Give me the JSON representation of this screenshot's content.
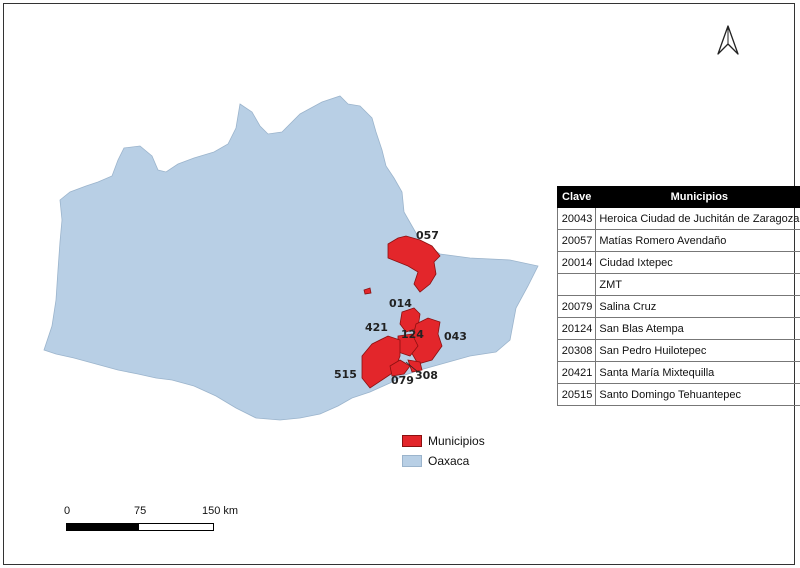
{
  "colors": {
    "state_fill": "#b8cfe5",
    "municipio_fill": "#e3262b",
    "municipio_stroke": "#8b1010"
  },
  "map": {
    "north_arrow_icon": "north-arrow-icon",
    "municipio_labels": [
      "057",
      "014",
      "421",
      "124",
      "043",
      "515",
      "079",
      "308"
    ]
  },
  "table": {
    "headers": [
      "Clave",
      "Municipios"
    ],
    "rows": [
      {
        "code": "20043",
        "name": "Heroica Ciudad de Juchitán de Zaragoza"
      },
      {
        "code": "20057",
        "name": "Matías Romero Avendaño"
      },
      {
        "code": "20014",
        "name": "Ciudad Ixtepec"
      },
      {
        "code": "",
        "name": "ZMT"
      },
      {
        "code": "20079",
        "name": "Salina Cruz"
      },
      {
        "code": "20124",
        "name": "San Blas Atempa"
      },
      {
        "code": "20308",
        "name": "San Pedro Huilotepec"
      },
      {
        "code": "20421",
        "name": "Santa María Mixtequilla"
      },
      {
        "code": "20515",
        "name": "Santo Domingo Tehuantepec"
      }
    ]
  },
  "legend": {
    "items": [
      {
        "label": "Municipios",
        "color": "#e3262b"
      },
      {
        "label": "Oaxaca",
        "color": "#b8cfe5"
      }
    ]
  },
  "scale": {
    "labels": [
      "0",
      "75",
      "150 km"
    ]
  }
}
